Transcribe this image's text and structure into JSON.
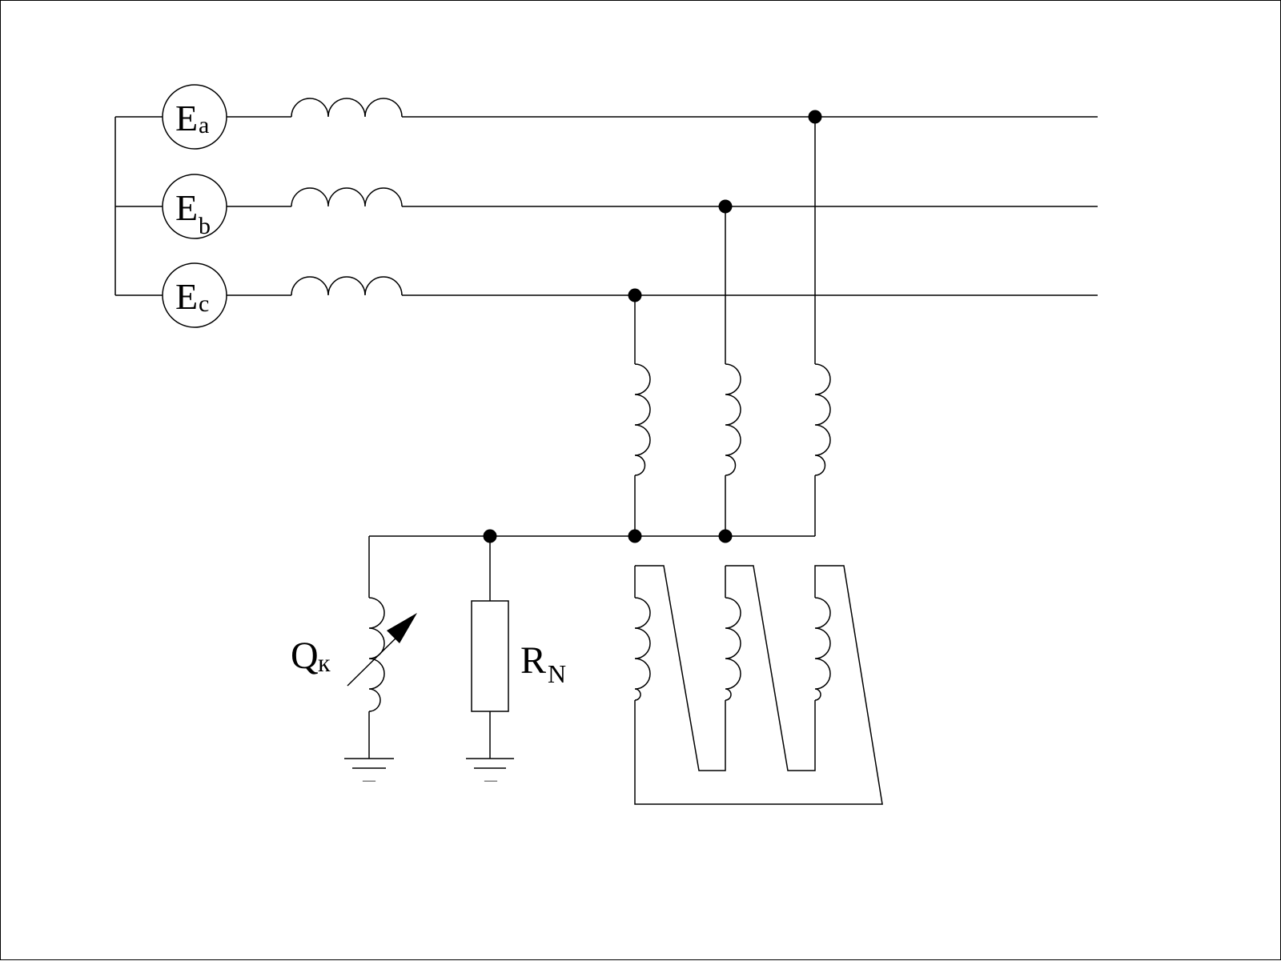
{
  "diagram": {
    "sources": [
      {
        "main": "E",
        "sub": "a"
      },
      {
        "main": "E",
        "sub": "b"
      },
      {
        "main": "E",
        "sub": "c"
      }
    ],
    "labels": {
      "reactor": {
        "main": "Q",
        "sub": "к"
      },
      "resistor": {
        "main": "R",
        "sub": "N"
      }
    },
    "ground_mark": "—",
    "colors": {
      "line": "#000000",
      "background": "#ffffff"
    }
  }
}
